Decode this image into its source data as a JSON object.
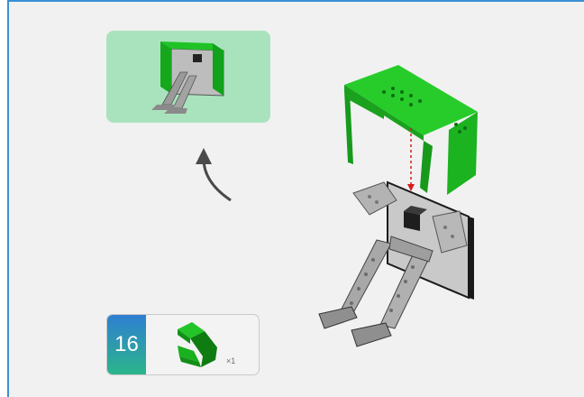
{
  "step": {
    "number": "16",
    "quantity": "×1"
  },
  "colors": {
    "frame_border": "#3b8fd6",
    "background": "#f1f1f1",
    "preview_bg": "#a9e3bd",
    "part_green": "#19b81f",
    "badge_top": "#2f7fd1",
    "badge_bottom": "#2bb58b",
    "guide_arrow": "#d61e1e"
  },
  "icons": {
    "preview": "assembled-robot-preview-image",
    "return_arrow": "curved-arrow-up-left-icon",
    "part": "green-u-bracket-icon",
    "model": "robot-assembly-illustration"
  }
}
